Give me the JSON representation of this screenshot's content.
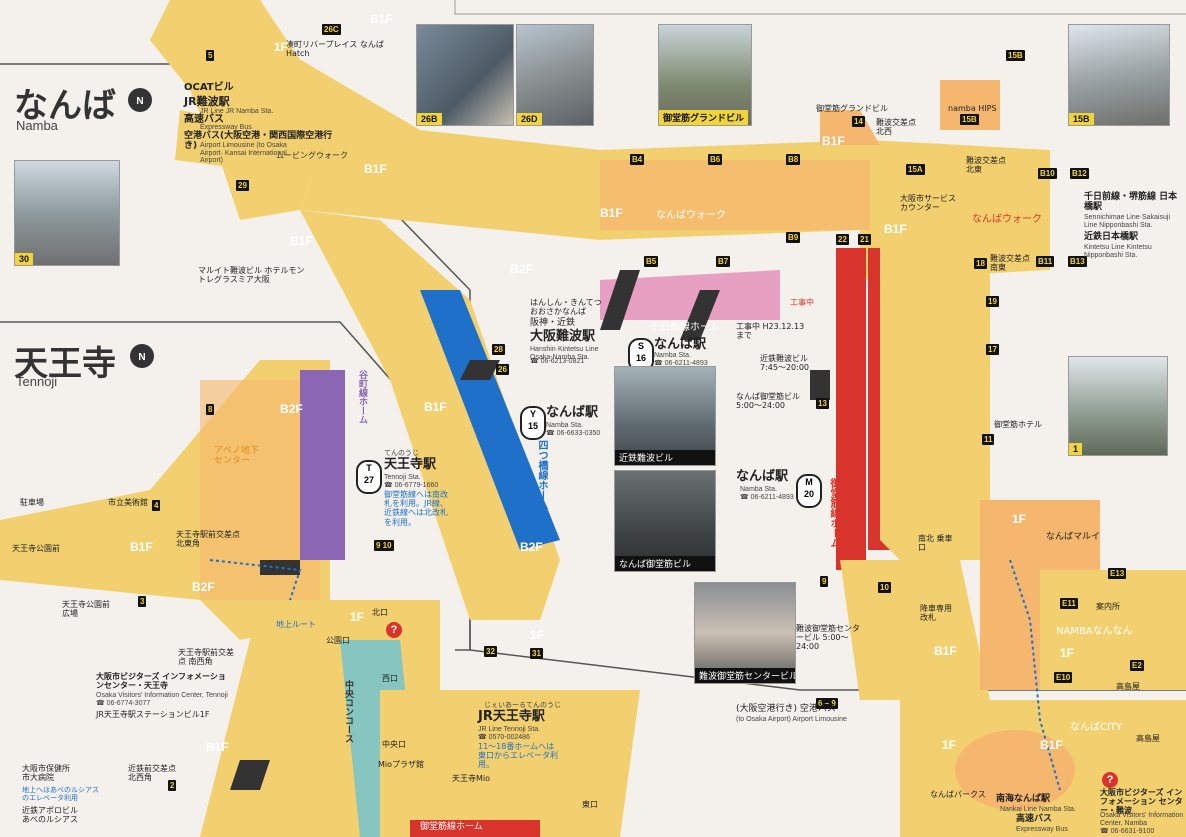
{
  "namba": {
    "title": "なんば",
    "romaji": "Namba",
    "north": "N",
    "ocat": "OCATビル",
    "jr_namba": "JR難波駅",
    "jr_namba_en": "JR Line JR Namba Sta.",
    "exp_bus": "高速バス",
    "exp_bus_en": "Expressway Bus",
    "airport_bus": "空港バス(大阪空港・関西国際空港行き)",
    "airport_bus_en": "Airport Limousine (to Osaka Airport· Kansai International Airport)",
    "moving_walk": "ムービングウォーク",
    "minatomachi": "湊町リバープレイス なんばHatch",
    "marute": "マルイト難波ビル ホテルモントレグラスミア大阪",
    "namba_walk": "なんばウォーク",
    "hankyu_line": "はんしん・きんてつ おおさかなんば",
    "hanshin_kintetsu": "阪神・近鉄",
    "osaka_namba": "大阪難波駅",
    "osaka_namba_en": "Hanshin·Kintetsu Line Osaka-Namba Sta.",
    "osaka_namba_tel": "☎ 06-6213-0821",
    "yotsubashi_namba": "なんば駅",
    "yotsubashi_namba_en": "Namba Sta.",
    "yotsubashi_tel": "☎ 06-6633-0350",
    "yotsubashi_platform": "四つ橋線ホーム",
    "sennichimae_namba": "なんば駅",
    "sennichimae_namba_en": "Namba Sta.",
    "sennichimae_tel": "☎ 06-6211-4893",
    "sennichimae_platform": "千日前線ホーム",
    "midosuji_namba": "なんば駅",
    "midosuji_namba_en": "Namba Sta.",
    "midosuji_tel": "☎ 06-6211-4893",
    "midosuji_platform": "御堂筋線ホーム",
    "construction": "工事中",
    "construction_until": "工事中 H23.12.13まで",
    "kintetsu_namba_bldg": "近鉄難波ビル 7:45〜20:00",
    "namba_midosuji_bldg": "なんば御堂筋ビル 5:00〜24:00",
    "midosuji_grand": "御堂筋グランドビル",
    "namba_hips": "namba HIPS",
    "nankai_hotel": "御堂筋ホテル",
    "service_counter": "大阪市サービスカウンター",
    "sennichimae_sakaisuji": "千日前線・堺筋線 日本橋駅",
    "sennichimae_sakaisuji_en": "Sennichimae Line·Sakaisuji Line Nipponbashi Sta.",
    "kintetsu_nipponbashi": "近鉄日本橋駅",
    "kintetsu_nipponbashi_en": "Kintetsu Line Kintetsu Nipponbashi Sta.",
    "namba_marui": "なんばマルイ",
    "namba_nannan": "NAMBAなんなん",
    "info_center": "案内所",
    "takashimaya": "高島屋",
    "namba_city": "なんばCITY",
    "namba_parks": "なんばパークス",
    "nankai_namba": "南海なんば駅",
    "nankai_namba_en": "Nankai Line Namba Sta.",
    "exp_bus2": "高速バス",
    "exp_bus2_en": "Expressway Bus",
    "visitor_info": "大阪市ビジターズ インフォメーション センター・難波",
    "visitor_info_en": "Osaka Visitors' Information Center, Namba",
    "visitor_tel": "☎ 06-6631-9100",
    "airport_bus2": "(大阪空港行き) 空港バス",
    "airport_bus2_en": "(to Osaka Airport) Airport Limousine",
    "center_bldg": "難波御堂筋センタービル 5:00〜24:00",
    "kaisatsu": "南北 乗車口",
    "kousha": "降車専用 改札",
    "photo_26b": "26B",
    "photo_26d": "26D",
    "photo_midosuji": "御堂筋グランドビル",
    "photo_15b": "15B",
    "photo_30": "30",
    "photo_kintetsu": "近鉄難波ビル",
    "photo_namba_mido": "なんば御堂筋ビル",
    "photo_center": "難波御堂筋センタービル",
    "photo_1": "1",
    "nanba_kitanishi": "難波交差点 北西",
    "nanba_kitahigashi": "難波交差点 北東",
    "nanba_minamihigashi": "難波交差点 南東"
  },
  "tennoji": {
    "title": "天王寺",
    "romaji": "Tennoji",
    "north": "N",
    "abeno_center": "アベノ地下センター",
    "tennoji_sta": "天王寺駅",
    "tennoji_sta_kana": "てんのうじ",
    "tennoji_sta_en": "Tennoji Sta.",
    "tennoji_tel": "☎ 06-6779-1660",
    "midosuji_note": "御堂筋線へは南改札を利用。JR線、近鉄線へは北改札を利用。",
    "tanimachi_platform": "谷町線ホーム",
    "parking": "駐車場",
    "art_museum": "市立美術館",
    "tennoji_park_front": "天王寺公園前",
    "tennoji_eki_kitahigashi": "天王寺駅前交差点 北東角",
    "tennoji_park_plaza": "天王寺公園前 広場",
    "tennoji_eki_minamiishi": "天王寺駅前交差点 南西角",
    "visitor_info": "大阪市ビジターズ インフォメーションセンター・天王寺",
    "visitor_info_en": "Osaka Visitors' Information Center, Tennoji",
    "visitor_tel": "☎ 06-6774-3077",
    "jr_building": "JR天王寺駅ステーションビル1F",
    "health_center": "大阪市保健所 市大病院",
    "kintetsu_mae": "近鉄前交差点 北西角",
    "elevator_note": "地上へはあべのルシアスのエレベータ利用",
    "kintetsu_abeno": "近鉄アポロビル あべのルシアス",
    "jr_tennoji": "JR天王寺駅",
    "jr_tennoji_kana": "じぇいあーるてんのうじ",
    "jr_tennoji_en": "JR Line Tennoji Sta.",
    "jr_tennoji_tel": "☎ 0570-002486",
    "jr_note": "11〜18番ホームへは 東口からエレベータ利用。",
    "central_concourse": "中央コンコース",
    "west_gate": "西口",
    "park_gate": "公園口",
    "north_gate": "北口",
    "central_gate": "中央口",
    "east_gate": "東口",
    "tennoji_mio": "天王寺Mio",
    "mio_plaza": "Mioプラザ館",
    "midosuji_platform": "御堂筋線ホーム",
    "chikaroute": "地上ルート"
  },
  "colors": {
    "corridor": "#f3d06f",
    "building": "#f5b76e",
    "midosuji": "#d9342b",
    "yotsubashi": "#1f70c8",
    "sennichimae": "#e8a0c2",
    "tanimachi": "#8a66b5",
    "jr": "#6cc3d5"
  }
}
